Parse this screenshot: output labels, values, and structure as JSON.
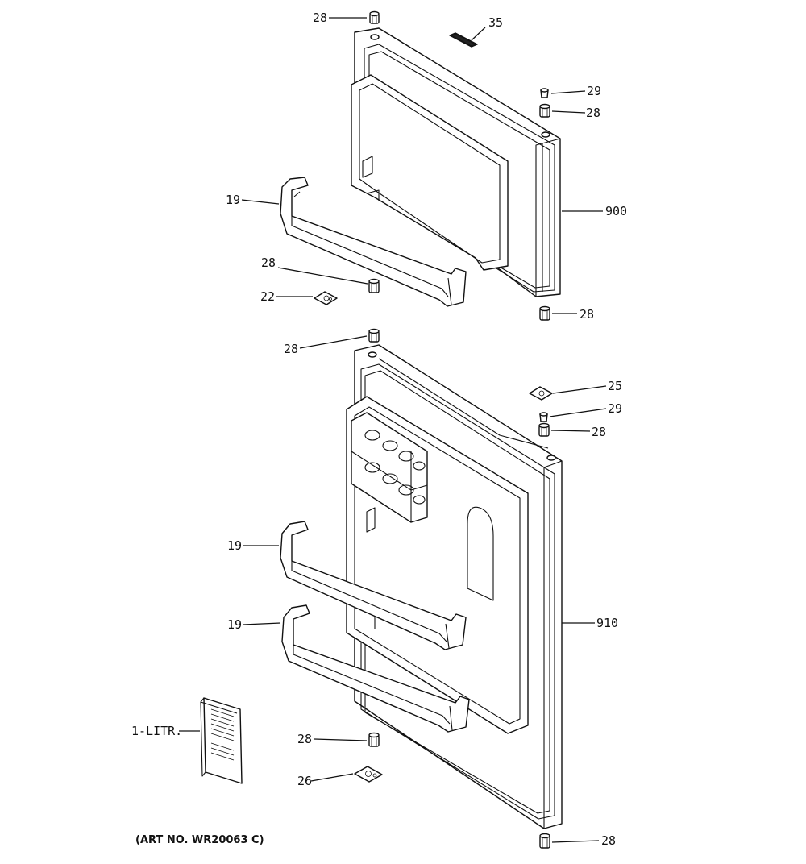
{
  "caption": "(ART NO. WR20063 C)",
  "callouts": {
    "c28_top": "28",
    "c35": "35",
    "c29_upper": "29",
    "c28_upper_right": "28",
    "c19_upper": "19",
    "c900": "900",
    "c28_upper_mid": "28",
    "c22": "22",
    "c28_upper_bottom": "28",
    "c28_lower_top": "28",
    "c25": "25",
    "c29_lower": "29",
    "c28_lower_right": "28",
    "c19_lower_a": "19",
    "c19_lower_b": "19",
    "c910": "910",
    "c1_litr": "1-LITR.",
    "c28_lower_mid": "28",
    "c26": "26",
    "c28_lower_bottom": "28"
  }
}
